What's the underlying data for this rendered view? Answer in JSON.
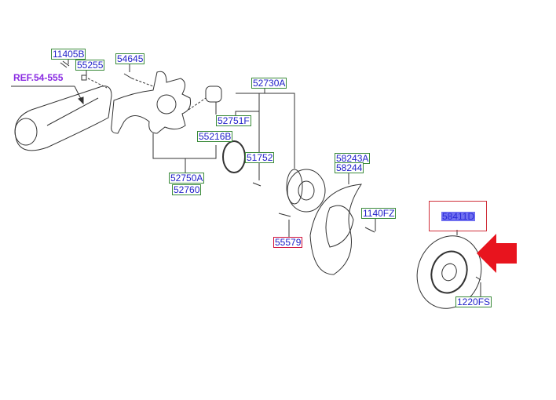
{
  "diagram": {
    "reference": "REF.54-555",
    "parts": {
      "p11405B": "11405B",
      "p55255": "55255",
      "p54645": "54645",
      "p52730A": "52730A",
      "p52751F": "52751F",
      "p55216B": "55216B",
      "p51752": "51752",
      "p52750A": "52750A",
      "p52760": "52760",
      "p58243A": "58243A",
      "p58244": "58244",
      "p1140FZ": "1140FZ",
      "p55579": "55579",
      "p58411D": "58411D",
      "p1220FS": "1220FS"
    },
    "highlighted_part": "58411D",
    "colors": {
      "label_text": "#2020c8",
      "label_border": "#3a8a3a",
      "highlight": "#6f6ff0",
      "arrow": "#e8141e",
      "reference": "#8a2be2"
    }
  }
}
